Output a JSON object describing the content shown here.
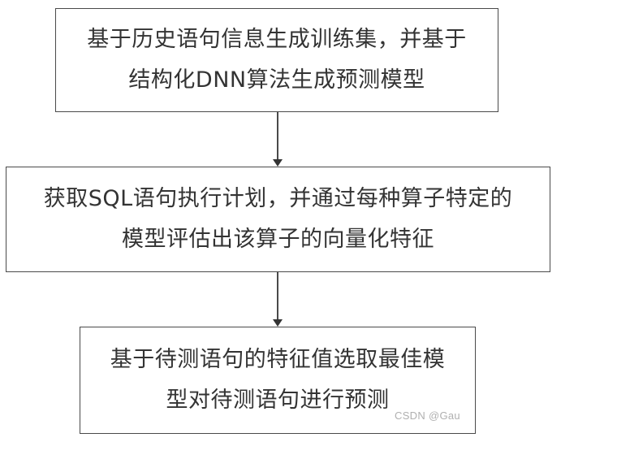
{
  "boxes": [
    {
      "lines": [
        "基于历史语句信息生成训练集，并基于",
        "结构化DNN算法生成预测模型"
      ]
    },
    {
      "lines": [
        "获取SQL语句执行计划，并通过每种算子特定的",
        "模型评估出该算子的向量化特征"
      ]
    },
    {
      "lines": [
        "基于待测语句的特征值选取最佳模",
        "型对待测语句进行预测"
      ]
    }
  ],
  "watermark": "CSDN @Gau"
}
